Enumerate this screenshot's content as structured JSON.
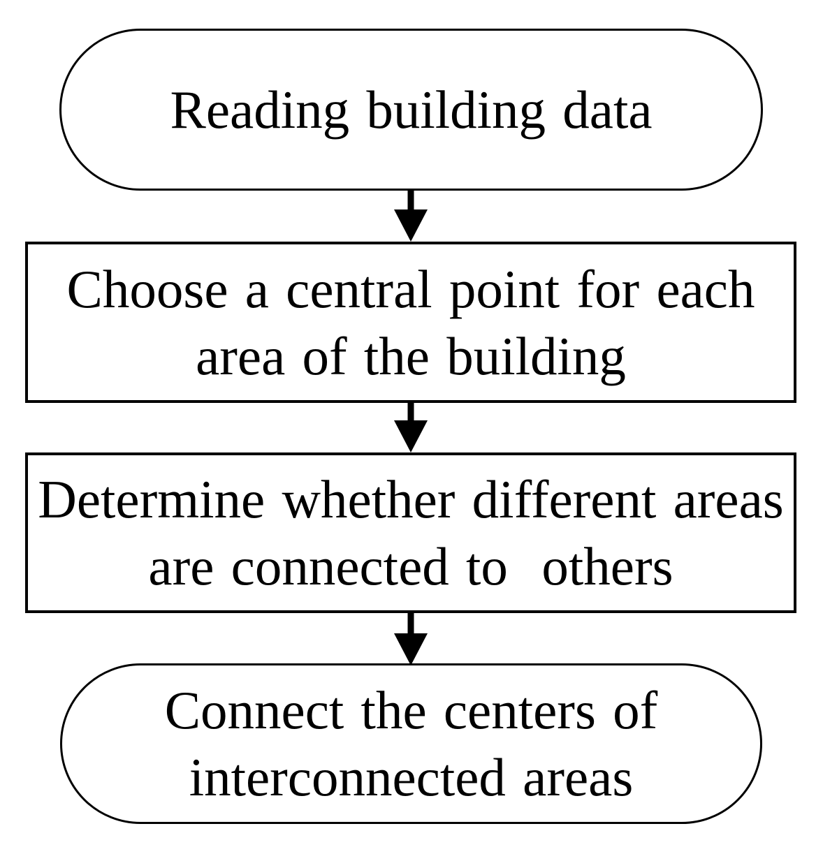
{
  "diagram": {
    "stroke": "#000000",
    "fill": "#ffffff",
    "nodes": [
      {
        "name": "reading-building-data",
        "shape": "terminator",
        "lines": [
          "Reading building data"
        ]
      },
      {
        "name": "choose-central-point",
        "shape": "process",
        "lines": [
          "Choose a central point for each",
          "area of the building"
        ]
      },
      {
        "name": "determine-areas-connected",
        "shape": "process",
        "lines": [
          "Determine whether different areas",
          "are connected to  others"
        ]
      },
      {
        "name": "connect-centers",
        "shape": "terminator",
        "lines": [
          "Connect the centers of",
          "interconnected areas"
        ]
      }
    ],
    "arrows": [
      {
        "name": "arrow-1",
        "direction": "down"
      },
      {
        "name": "arrow-2",
        "direction": "down"
      },
      {
        "name": "arrow-3",
        "direction": "down"
      }
    ]
  }
}
